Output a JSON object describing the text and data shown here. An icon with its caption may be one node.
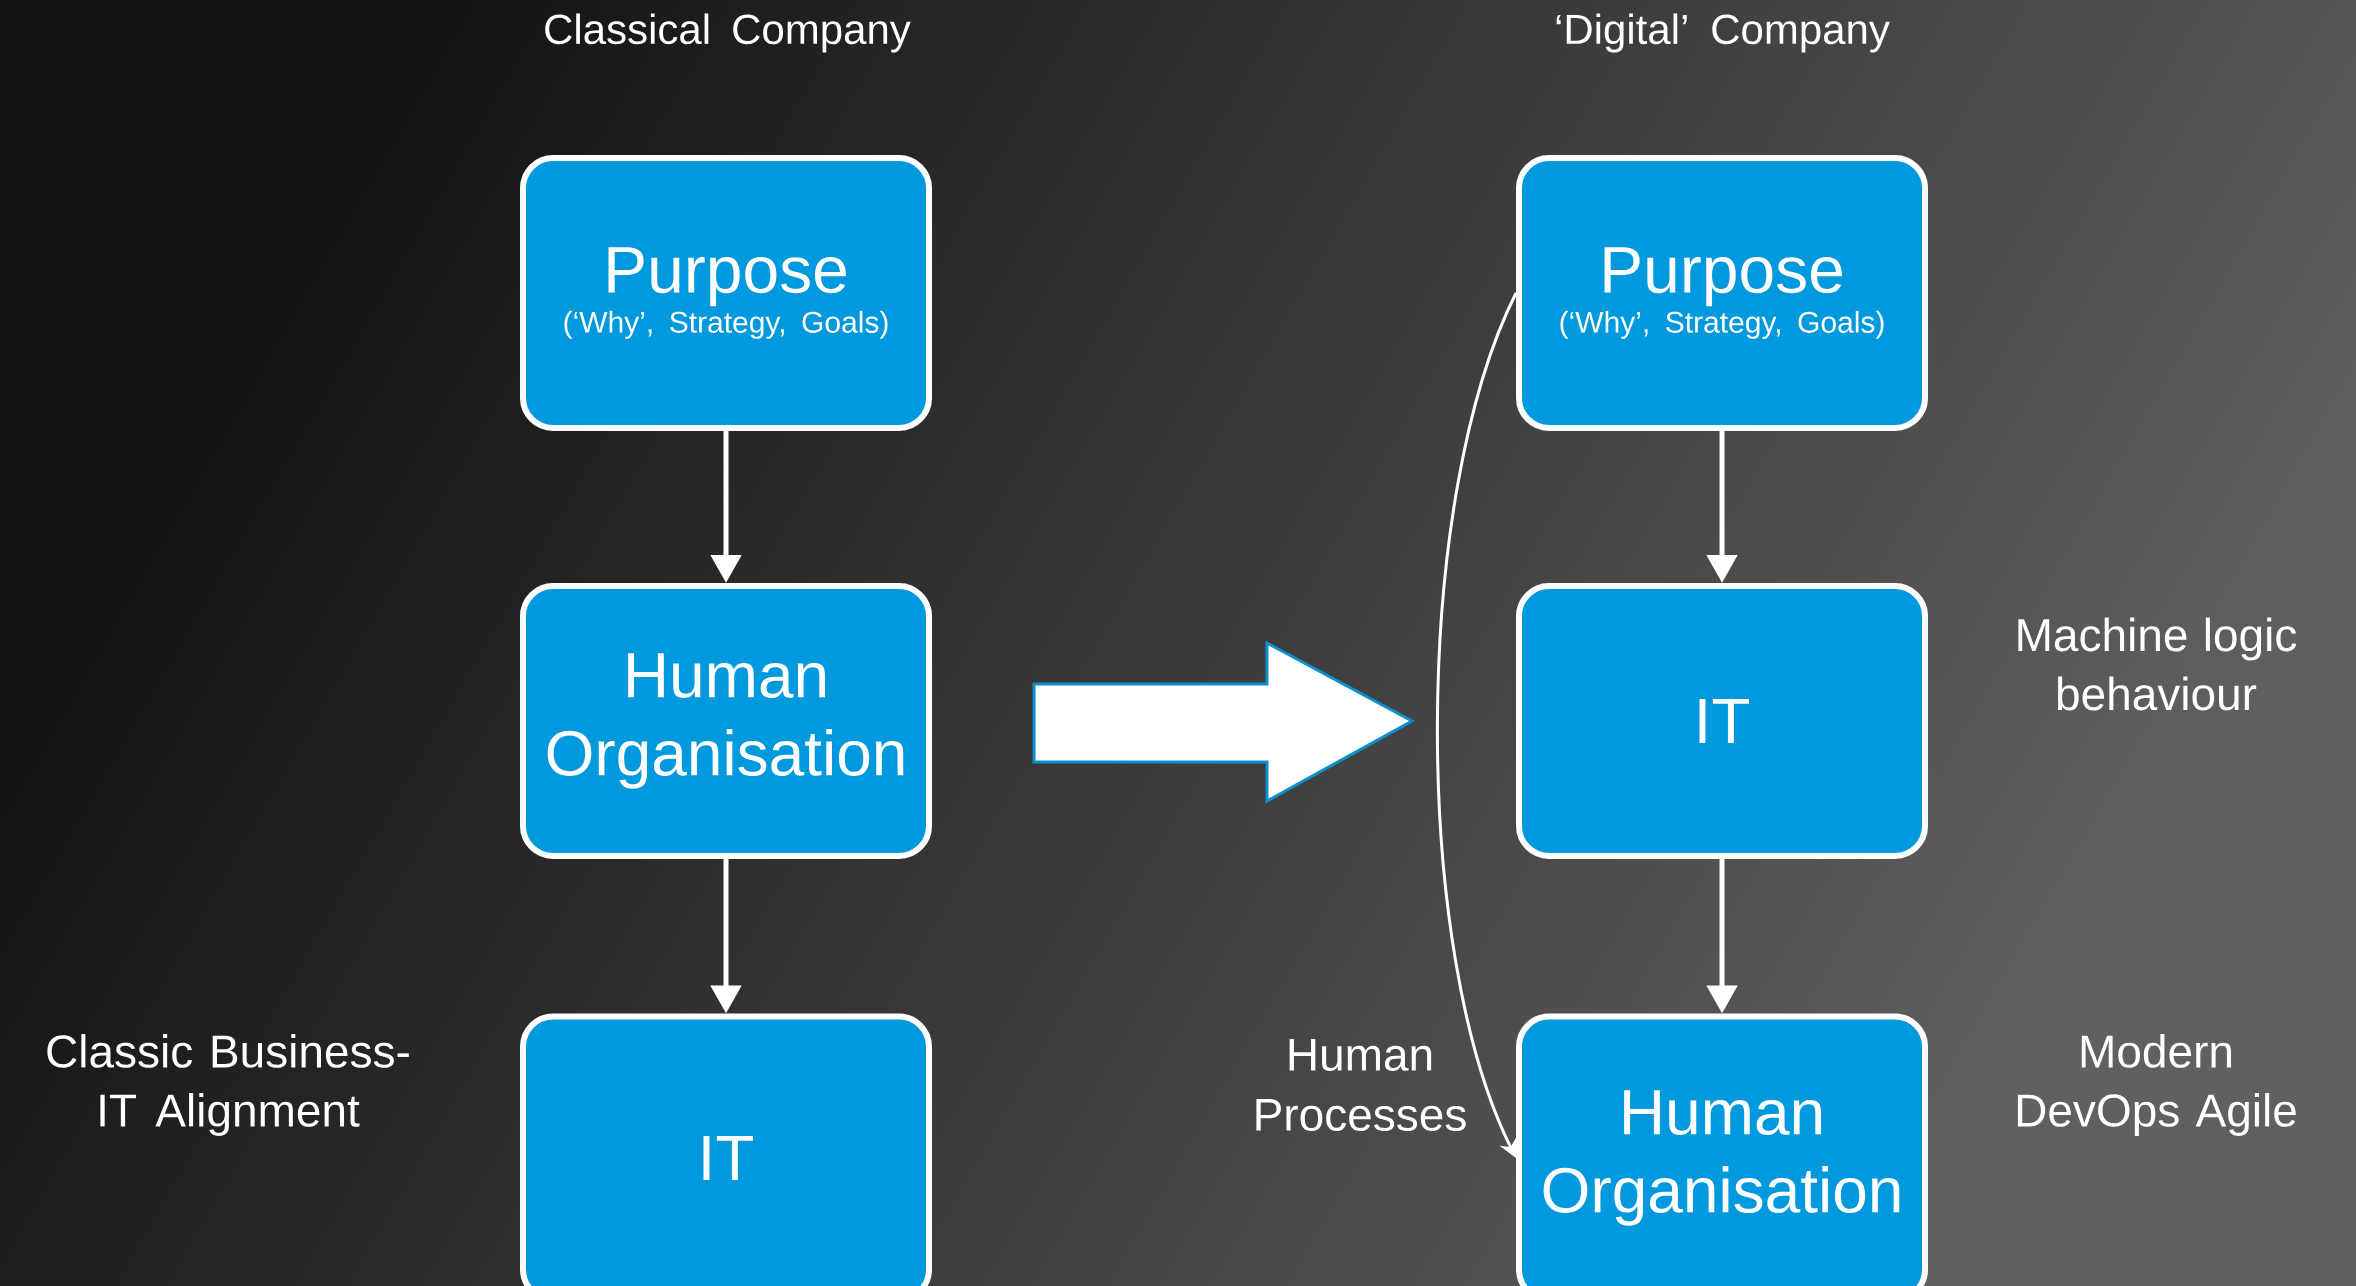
{
  "diagram": {
    "nodes": [
      {
        "text": [
          "Purpose",
          "(‘Why’, Strategy, Goals)"
        ]
      },
      {
        "text": [
          "Human Organisation"
        ]
      },
      {
        "text": [
          "IT"
        ]
      },
      {
        "text": [
          "Purpose",
          "(‘Why’, Strategy, Goals)"
        ]
      },
      {
        "text": [
          "IT"
        ]
      },
      {
        "text": [
          "Human Organisation"
        ]
      }
    ],
    "edges": [
      {
        "from": 0,
        "to": 1,
        "arrow": "to"
      },
      {
        "from": 1,
        "to": 2,
        "arrow": "to"
      },
      {
        "from": 3,
        "to": 4,
        "arrow": "to"
      },
      {
        "from": 4,
        "to": 5,
        "arrow": "to"
      },
      {
        "from": 3,
        "to": 5,
        "arrow": "to",
        "label": "Human Processes"
      }
    ],
    "labels": [
      "Classical Company",
      "‘Digital’ Company",
      "Machine logic behaviour",
      "Classic Business-IT Alignment",
      "Modern DevOps Agile"
    ]
  }
}
